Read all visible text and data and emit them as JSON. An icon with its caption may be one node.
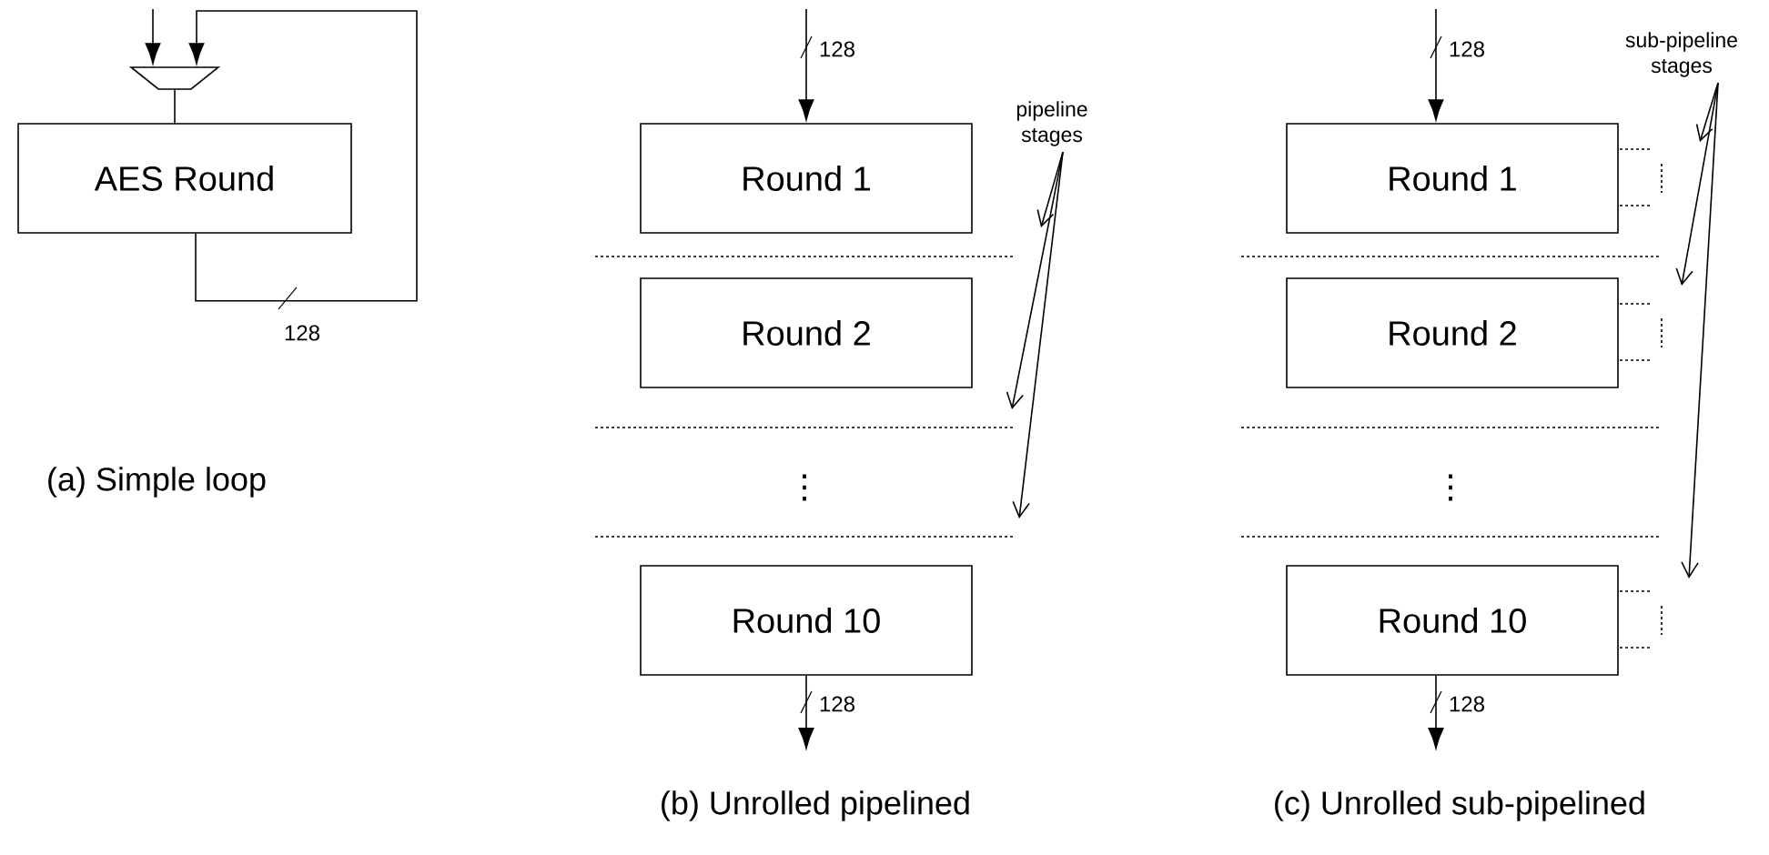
{
  "diagram": {
    "nodes": [
      {
        "text": [],
        "shape": "trapezoid"
      },
      {
        "text": [
          "AES Round"
        ]
      },
      {
        "text": [
          "Round 1"
        ]
      },
      {
        "text": [
          "Round 2"
        ]
      },
      {
        "text": [
          "Round 10"
        ]
      },
      {
        "text": [
          "pipeline stages"
        ]
      },
      {
        "text": [
          "Round 1"
        ]
      },
      {
        "text": [
          "Round 2"
        ]
      },
      {
        "text": [
          "Round 10"
        ]
      },
      {
        "text": [
          "sub-pipeline stages"
        ]
      }
    ],
    "edges": [
      {
        "from": null,
        "to": 0,
        "arrow": "to"
      },
      {
        "from": 1,
        "to": 0,
        "arrow": "to",
        "label": "128"
      },
      {
        "from": 0,
        "to": 1,
        "arrow": "none"
      },
      {
        "from": null,
        "to": 2,
        "arrow": "to",
        "label": "128"
      },
      {
        "from": 4,
        "to": null,
        "arrow": "to",
        "label": "128"
      },
      {
        "from": 5,
        "to": null,
        "arrow": "to"
      },
      {
        "from": 5,
        "to": null,
        "arrow": "to"
      },
      {
        "from": 5,
        "to": null,
        "arrow": "to"
      },
      {
        "from": null,
        "to": 6,
        "arrow": "to",
        "label": "128"
      },
      {
        "from": 8,
        "to": null,
        "arrow": "to",
        "label": "128"
      },
      {
        "from": 9,
        "to": null,
        "arrow": "to"
      },
      {
        "from": 9,
        "to": null,
        "arrow": "to"
      },
      {
        "from": 9,
        "to": null,
        "arrow": "to"
      }
    ],
    "labels": [
      "(a) Simple loop",
      "⋮",
      "⋮",
      "(b) Unrolled pipelined",
      "(c) Unrolled sub-pipelined"
    ]
  }
}
